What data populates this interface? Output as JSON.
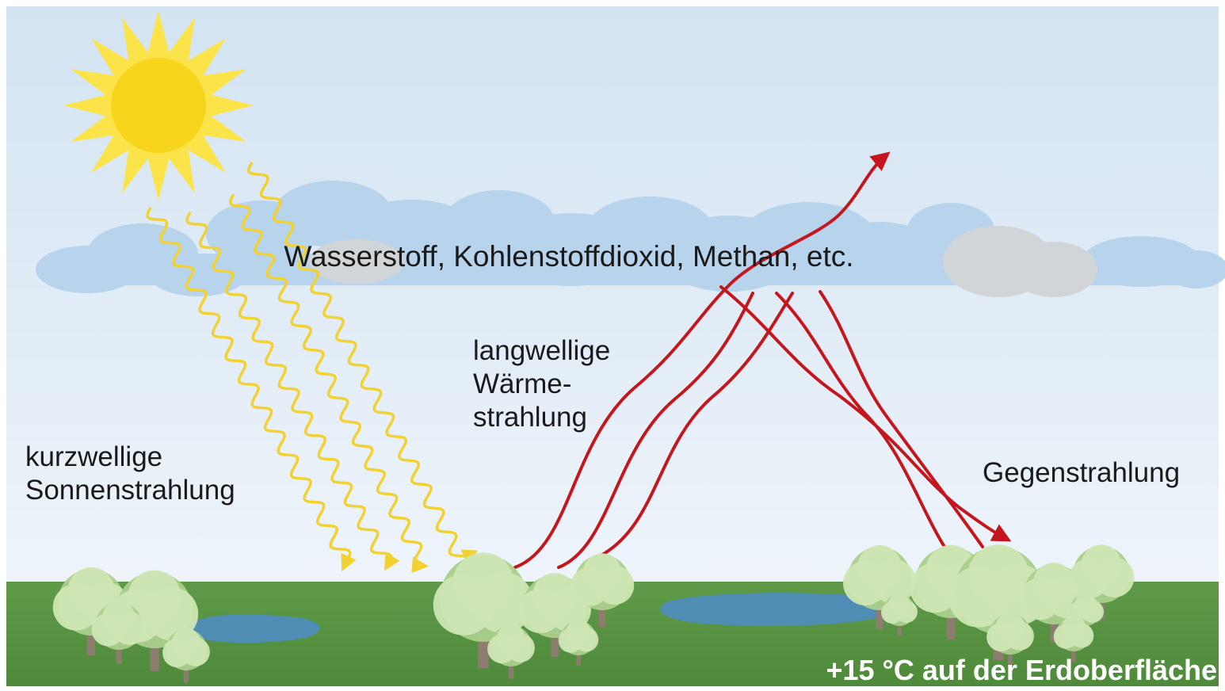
{
  "labels": {
    "greenhouse_gases": "Wasserstoff, Kohlenstoffdioxid, Methan, etc.",
    "shortwave_line1": "kurzwellige",
    "shortwave_line2": "Sonnenstrahlung",
    "longwave_line1": "langwellige",
    "longwave_line2": "Wärme-",
    "longwave_line3": "strahlung",
    "counter_radiation": "Gegenstrahlung",
    "surface_temperature": "+15 °C auf der Erdoberfläche"
  },
  "colors": {
    "sky_top": "#d3e3f2",
    "sky_bottom": "#eef4fa",
    "sun": "#f7d51d",
    "sun_ray": "#fbe44a",
    "cloud_blue": "#b7d4ec",
    "cloud_grey": "#d2d5d8",
    "solar_wave": "#f2d232",
    "heat_arrow": "#c4161c",
    "ground": "#5e9a47",
    "ground_dark": "#4f8a3b",
    "water": "#4f8db4",
    "tree_light": "#cfe6b4",
    "tree_mid": "#a9d08b",
    "trunk": "#8c7d6e"
  }
}
